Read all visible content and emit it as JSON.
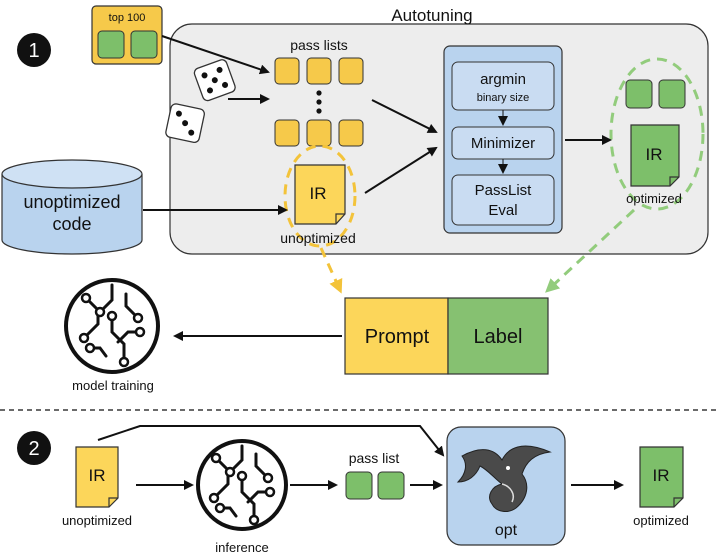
{
  "stage1": {
    "number": "1"
  },
  "stage2": {
    "number": "2"
  },
  "top100": {
    "label": "top 100"
  },
  "autotuning": {
    "title": "Autotuning",
    "pass_lists_label": "pass lists"
  },
  "unoptimized_code": {
    "line1": "unoptimized",
    "line2": "code"
  },
  "ir_unopt": {
    "label": "IR",
    "caption": "unoptimized"
  },
  "pipeline": {
    "argmin": "argmin",
    "argmin_sub": "binary size",
    "minimizer": "Minimizer",
    "passlist_eval_1": "PassList",
    "passlist_eval_2": "Eval"
  },
  "ir_opt": {
    "label": "IR",
    "caption": "optimized"
  },
  "prompt_label": "Prompt",
  "label_label": "Label",
  "model_training": "model training",
  "stage2_ir_unopt": {
    "label": "IR",
    "caption": "unoptimized"
  },
  "inference": "inference",
  "pass_list_label": "pass list",
  "opt_label": "opt",
  "stage2_ir_opt": {
    "label": "IR",
    "caption": "optimized"
  },
  "colors": {
    "yellow": "#f6c94a",
    "green": "#7dbf6a",
    "blue": "#b9d3ee",
    "gray_panel": "#ededed",
    "prompt_yellow": "#fcd65a",
    "label_green": "#86c171"
  }
}
